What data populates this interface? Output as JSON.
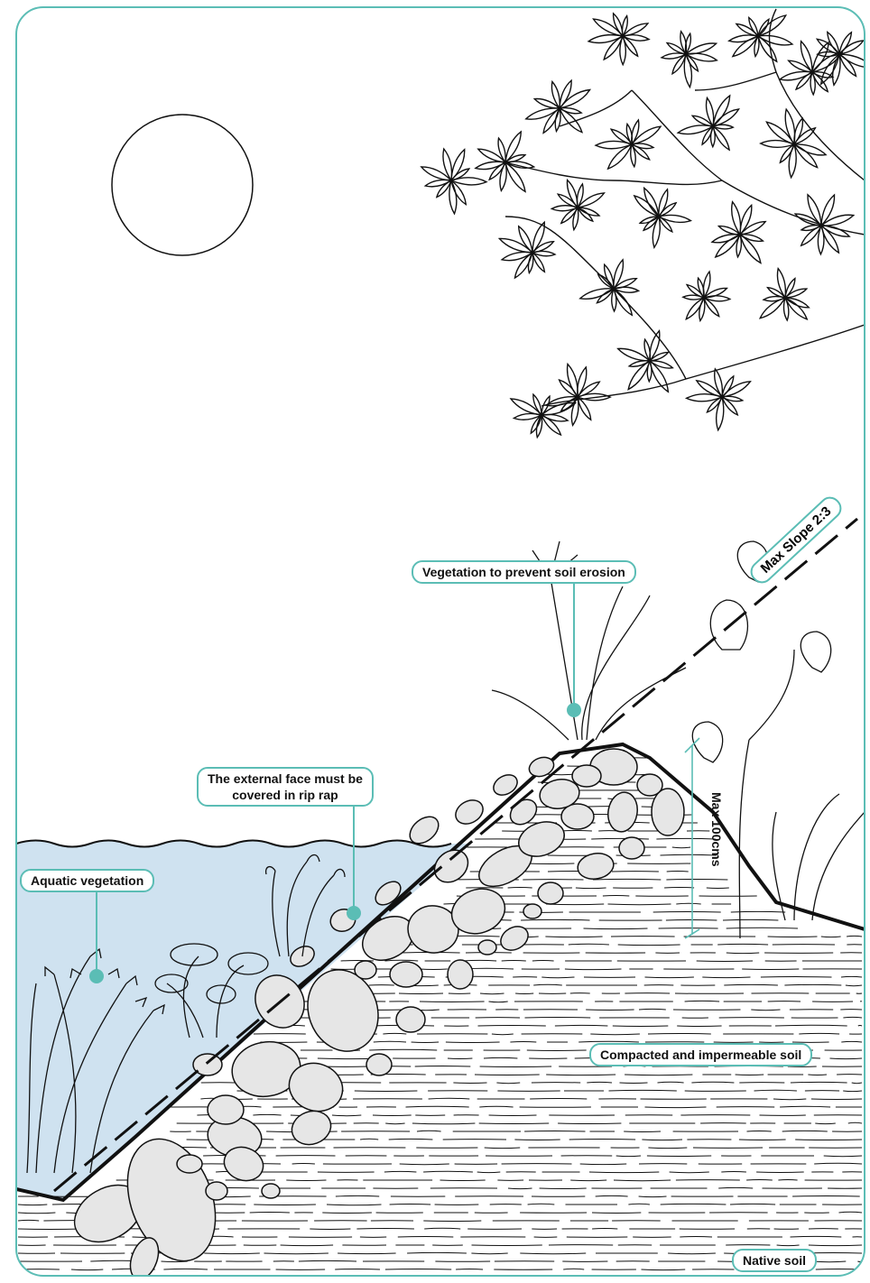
{
  "labels": {
    "vegetation": "Vegetation to prevent soil erosion",
    "max_slope": "Max Slope 2:3",
    "rip_rap_line1": "The external face must be",
    "rip_rap_line2": "covered in rip rap",
    "aquatic": "Aquatic vegetation",
    "max_height": "Max 100cms",
    "compacted_soil": "Compacted and impermeable soil",
    "native_soil": "Native soil"
  },
  "colors": {
    "accent": "#5bbdb5",
    "water": "#cfe2f0",
    "rock": "#e6e6e6",
    "line": "#111111"
  }
}
